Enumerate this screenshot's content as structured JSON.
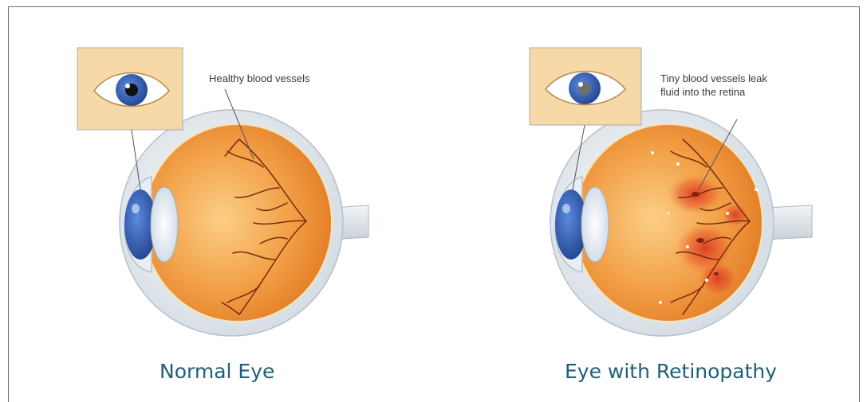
{
  "panels": [
    {
      "caption": "Normal Eye",
      "callout": "Healthy blood vessels"
    },
    {
      "caption": "Eye with Retinopathy",
      "callout": "Tiny blood vessels leak\nfluid into the retina"
    }
  ],
  "colors": {
    "caption": "#1f5f7a",
    "inset_bg": "#f6d9a6",
    "retina": "#f29a3a",
    "iris": "#3a64b8",
    "hemorrhage": "#d9472b"
  }
}
